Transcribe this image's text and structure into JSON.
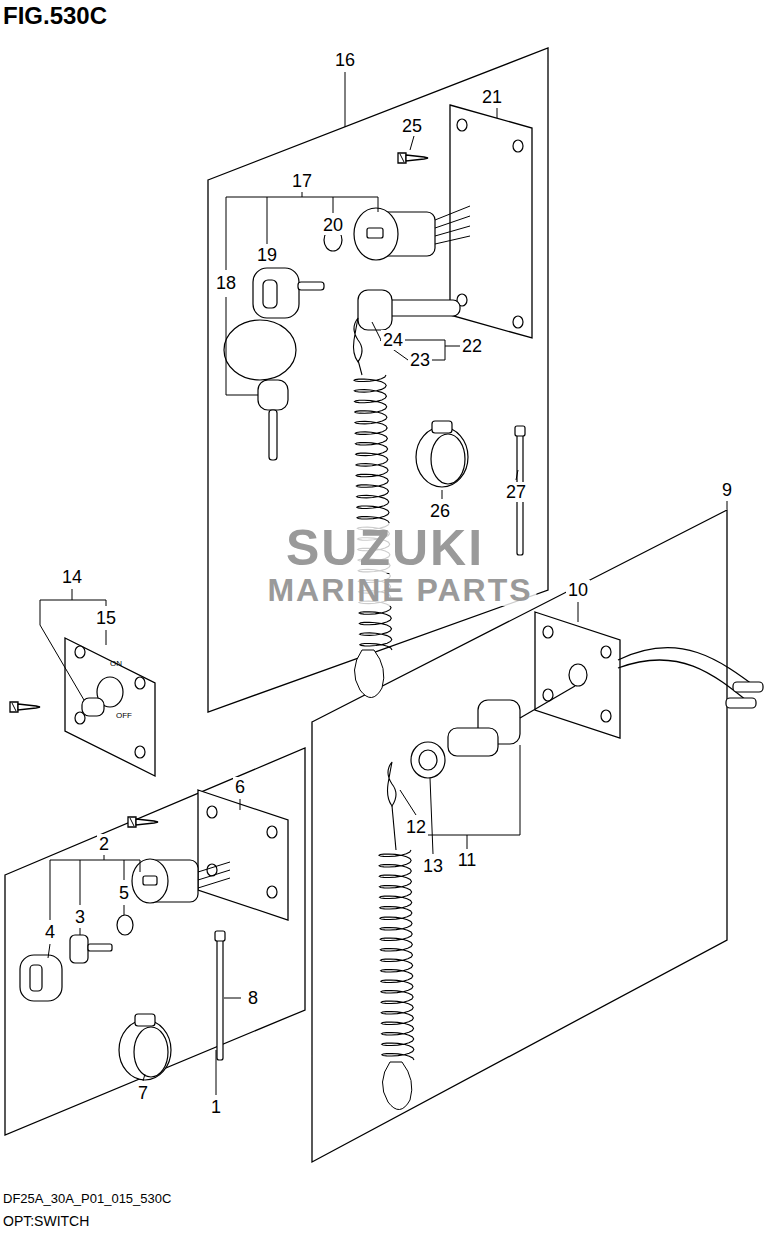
{
  "diagram": {
    "title": "FIG.530C",
    "caption": "OPT:SWITCH",
    "labels": [
      "16",
      "21",
      "25",
      "17",
      "20",
      "19",
      "18",
      "24",
      "22",
      "23",
      "26",
      "27",
      "9",
      "10",
      "14",
      "15",
      "ON",
      "OFF",
      "6",
      "2",
      "5",
      "3",
      "4",
      "8",
      "7",
      "1",
      "12",
      "13",
      "11",
      "SUZUKI",
      "MARINE PARTS",
      "DF25A_30A_P01_015_530C"
    ]
  }
}
